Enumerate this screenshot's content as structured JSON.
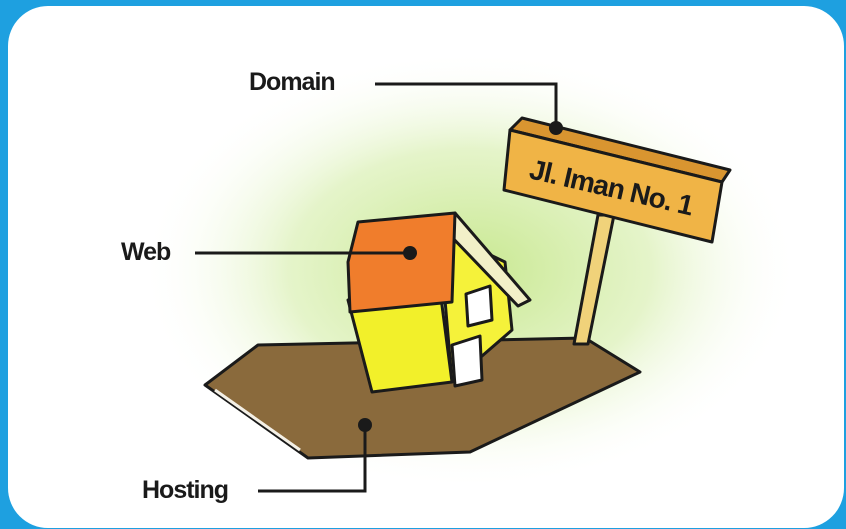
{
  "labels": {
    "domain": "Domain",
    "web": "Web",
    "hosting": "Hosting"
  },
  "sign": {
    "text": "Jl. Iman No. 1"
  },
  "colors": {
    "frame": "#1ea0e0",
    "background": "#ffffff",
    "glow": "#c8e890",
    "ground": "#8a6a3c",
    "roof": "#f07d2c",
    "walls": "#f2f02a",
    "sign": "#f0b446"
  }
}
